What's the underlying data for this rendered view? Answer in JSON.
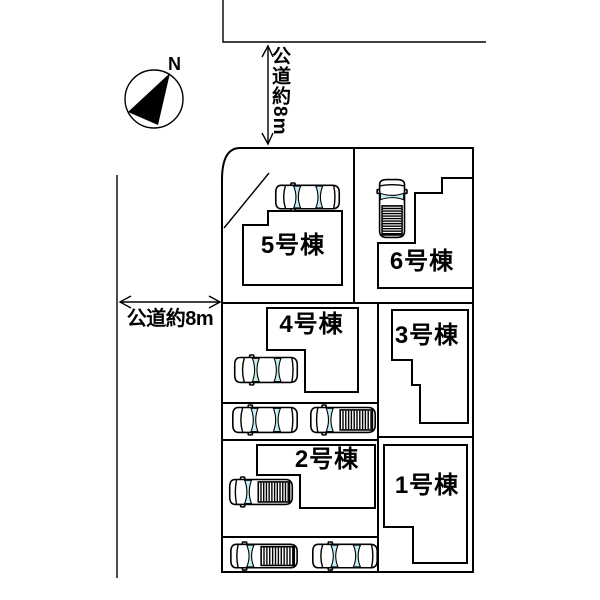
{
  "compass": {
    "label": "N"
  },
  "roads": {
    "top": {
      "label": "公道約8m"
    },
    "left": {
      "label": "公道約8m"
    }
  },
  "lots": [
    {
      "id": 1,
      "label": "1号棟"
    },
    {
      "id": 2,
      "label": "2号棟"
    },
    {
      "id": 3,
      "label": "3号棟"
    },
    {
      "id": 4,
      "label": "4号棟"
    },
    {
      "id": 5,
      "label": "5号棟"
    },
    {
      "id": 6,
      "label": "6号棟"
    }
  ],
  "colors": {
    "line": "#000000",
    "background": "#ffffff",
    "car_glass": "#c2edf2"
  }
}
